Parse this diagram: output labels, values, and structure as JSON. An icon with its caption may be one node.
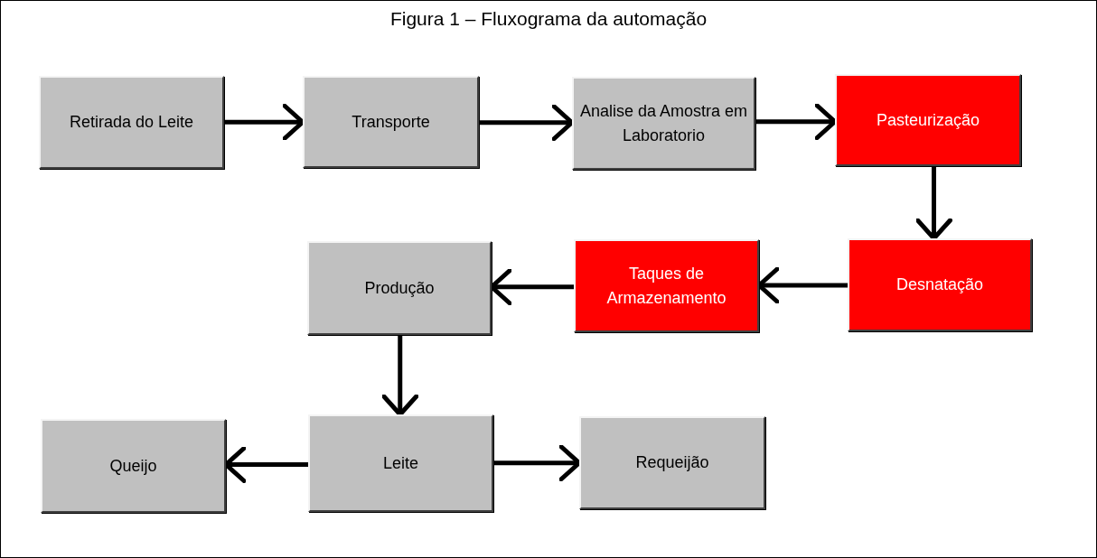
{
  "diagram": {
    "title": "Figura 1 – Fluxograma da automação",
    "nodes": [
      {
        "text": [
          "Retirada do Leite"
        ]
      },
      {
        "text": [
          "Transporte"
        ]
      },
      {
        "text": [
          "Analise da Amostra em Laboratorio"
        ]
      },
      {
        "text": [
          "Pasteurização"
        ]
      },
      {
        "text": [
          "Desnatação"
        ]
      },
      {
        "text": [
          "Taques de Armazenamento"
        ]
      },
      {
        "text": [
          "Produção"
        ]
      },
      {
        "text": [
          "Leite"
        ]
      },
      {
        "text": [
          "Queijo"
        ]
      },
      {
        "text": [
          "Requeijão"
        ]
      }
    ],
    "edges": [
      {
        "from": 0,
        "to": 1,
        "arrow": "to"
      },
      {
        "from": 1,
        "to": 2,
        "arrow": "to"
      },
      {
        "from": 2,
        "to": 3,
        "arrow": "to"
      },
      {
        "from": 3,
        "to": 4,
        "arrow": "to"
      },
      {
        "from": 4,
        "to": 5,
        "arrow": "to"
      },
      {
        "from": 5,
        "to": 6,
        "arrow": "to"
      },
      {
        "from": 6,
        "to": 7,
        "arrow": "to"
      },
      {
        "from": 7,
        "to": 8,
        "arrow": "to"
      },
      {
        "from": 7,
        "to": 9,
        "arrow": "to"
      }
    ]
  }
}
